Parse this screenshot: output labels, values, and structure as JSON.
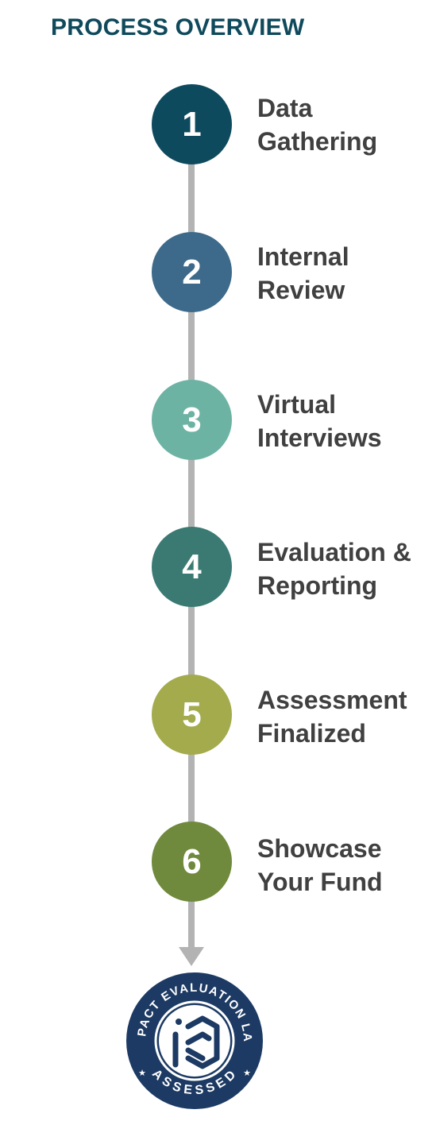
{
  "title": "PROCESS OVERVIEW",
  "steps": [
    {
      "number": "1",
      "line1": "Data",
      "line2": "Gathering",
      "color": "#0e4a5e"
    },
    {
      "number": "2",
      "line1": "Internal",
      "line2": "Review",
      "color": "#3d6a8a"
    },
    {
      "number": "3",
      "line1": "Virtual",
      "line2": "Interviews",
      "color": "#6db3a4"
    },
    {
      "number": "4",
      "line1": "Evaluation &",
      "line2": "Reporting",
      "color": "#3a7a72"
    },
    {
      "number": "5",
      "line1": "Assessment",
      "line2": "Finalized",
      "color": "#a3ab4c"
    },
    {
      "number": "6",
      "line1": "Showcase",
      "line2": "Your Fund",
      "color": "#6f8a3c"
    }
  ],
  "connector_color": "#b3b3b3",
  "badge": {
    "top_text": "IMPACT EVALUATION LAB",
    "bottom_text": "ASSESSED",
    "color": "#1c3a63"
  }
}
